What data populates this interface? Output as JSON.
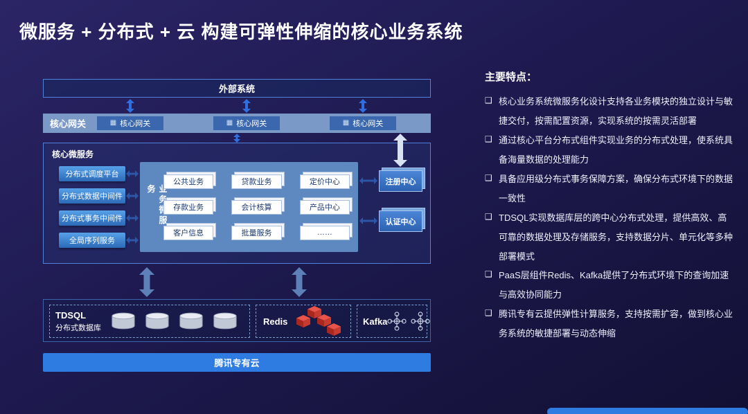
{
  "title": "微服务 + 分布式 + 云 构建可弹性伸缩的核心业务系统",
  "icons": {
    "gateway_grid": "▦",
    "bullet": "❑"
  },
  "colors": {
    "background_top": "#2b2566",
    "background_bottom": "#121034",
    "accent_blue": "#2e7ce2",
    "panel_blue": "#5d88c0",
    "gateway_bar": "#7b99c7",
    "arrow_bright": "#2f6fe0",
    "arrow_gray": "#5e80b8",
    "redis_red": "#c0392b"
  },
  "diagram": {
    "external_system": "外部系统",
    "gateway": {
      "label": "核心网关",
      "nodes": [
        "核心网关",
        "核心网关",
        "核心网关"
      ]
    },
    "core": {
      "label": "核心微服务",
      "middleware": [
        "分布式调度平台",
        "分布式数据中间件",
        "分布式事务中间件",
        "全局序列服务"
      ],
      "business": {
        "label": "业务微服务",
        "services": [
          "公共业务",
          "贷款业务",
          "定价中心",
          "存款业务",
          "会计核算",
          "产品中心",
          "客户信息",
          "批量服务",
          "……"
        ]
      },
      "registry_center": "注册中心",
      "auth_center": "认证中心"
    },
    "data_layer": {
      "tdsql": {
        "name": "TDSQL",
        "desc": "分布式数据库"
      },
      "redis": {
        "name": "Redis"
      },
      "kafka": {
        "name": "Kafka"
      }
    },
    "cloud_bar": "腾讯专有云"
  },
  "features": {
    "heading": "主要特点：",
    "items": [
      "核心业务系统微服务化设计支持各业务模块的独立设计与敏捷交付，按需配置资源，实现系统的按需灵活部署",
      "通过核心平台分布式组件实现业务的分布式处理，使系统具备海量数据的处理能力",
      "具备应用级分布式事务保障方案，确保分布式环境下的数据一致性",
      "TDSQL实现数据库层的跨中心分布式处理，提供高效、高可靠的数据处理及存储服务，支持数据分片、单元化等多种部署模式",
      "PaaS层组件Redis、Kafka提供了分布式环境下的查询加速与高效协同能力",
      "腾讯专有云提供弹性计算服务，支持按需扩容，做到核心业务系统的敏捷部署与动态伸缩"
    ]
  }
}
